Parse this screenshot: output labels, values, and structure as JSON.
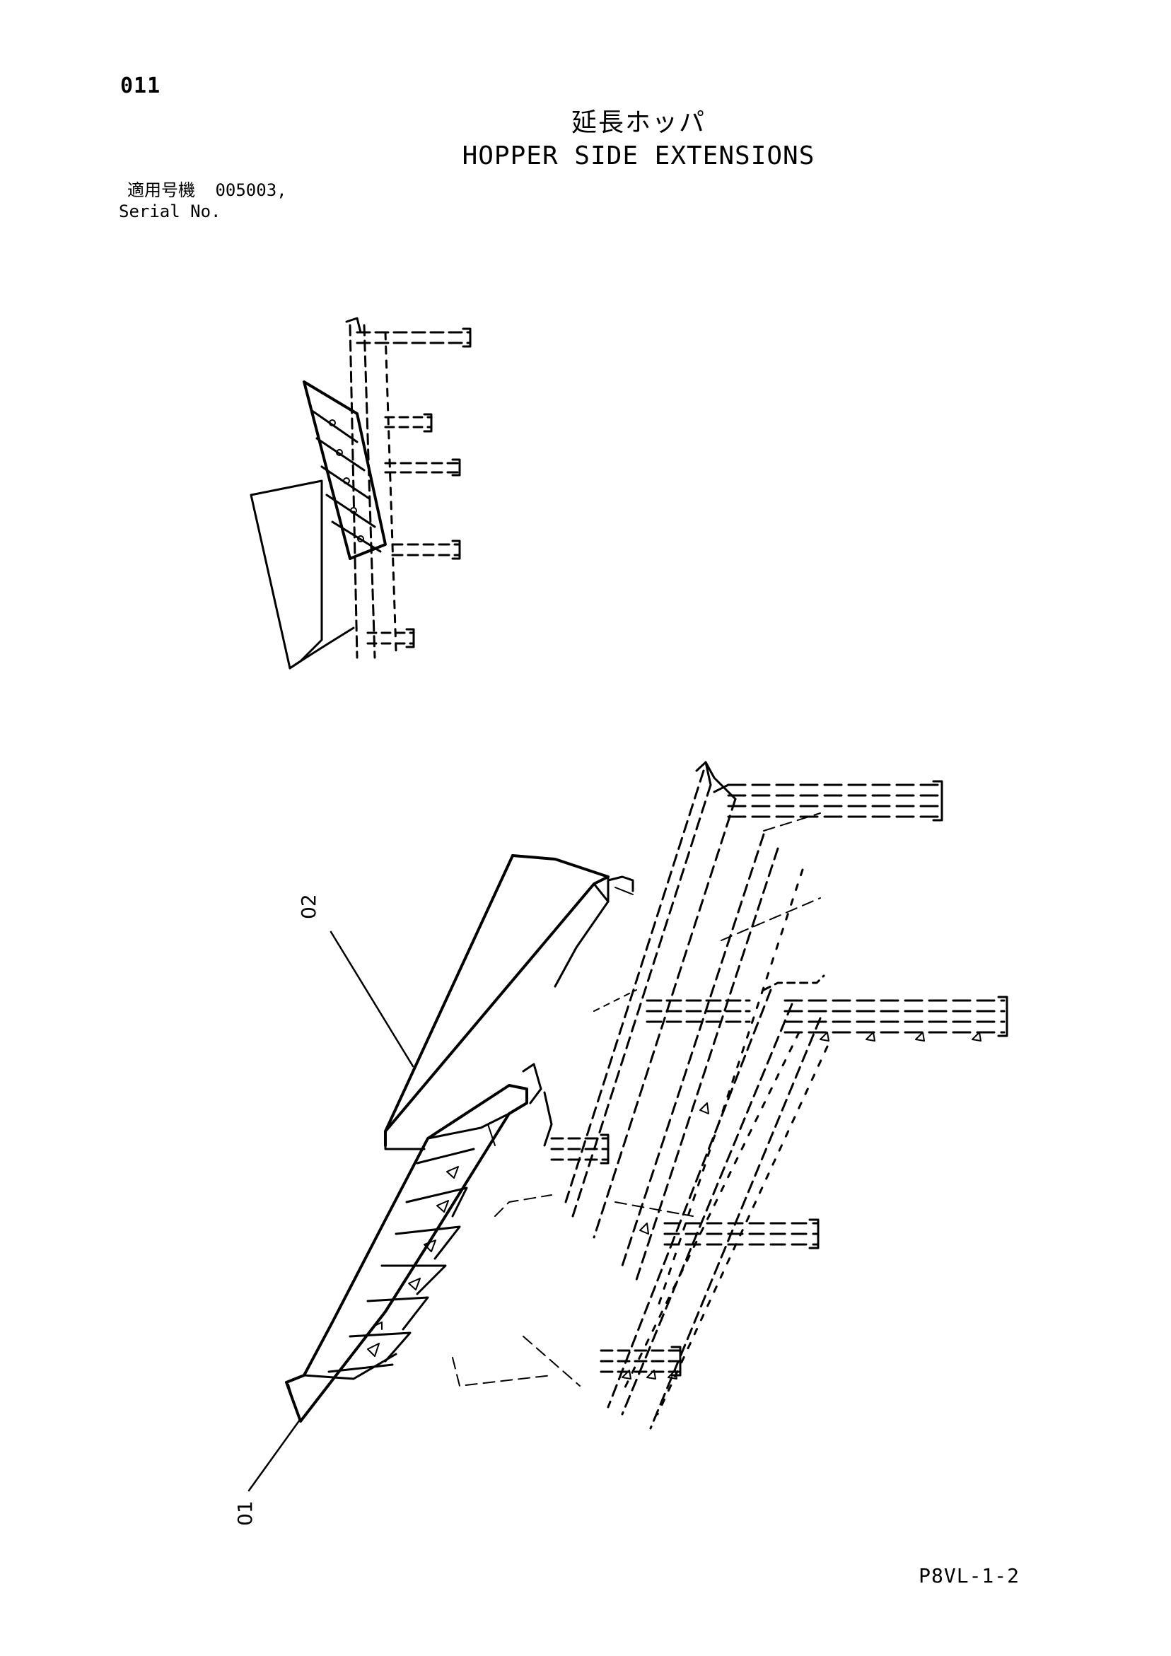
{
  "page": {
    "number": "011",
    "footer_code": "P8VL-1-2"
  },
  "title": {
    "japanese": "延長ホッパ",
    "english": "HOPPER SIDE EXTENSIONS"
  },
  "serial": {
    "label_jp": "適用号機",
    "value": "005003,",
    "label_en": "Serial No."
  },
  "callouts": [
    {
      "id": "01"
    },
    {
      "id": "02"
    }
  ],
  "colors": {
    "ink": "#000000",
    "paper": "#ffffff"
  }
}
